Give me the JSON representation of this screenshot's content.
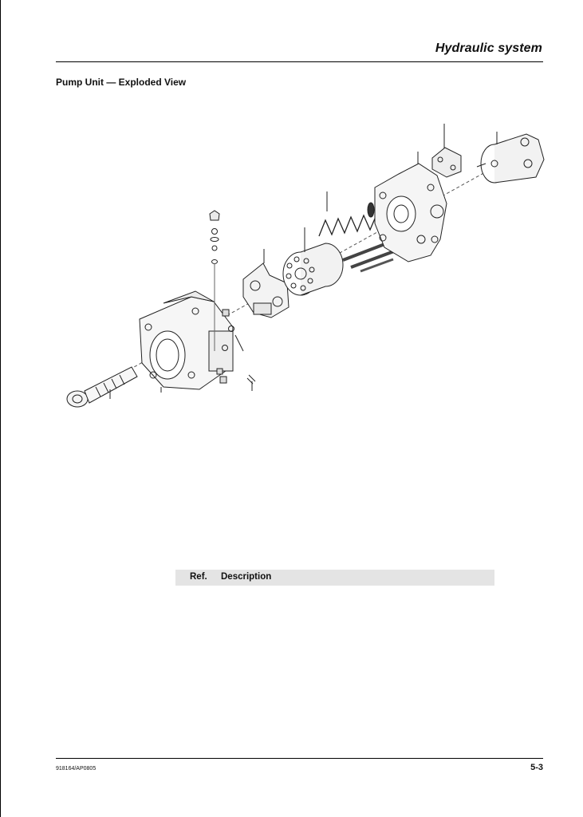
{
  "header": {
    "section_title": "Hydraulic system"
  },
  "page": {
    "heading": "Pump Unit — Exploded View"
  },
  "diagram": {
    "icon": "pump-exploded-view-illustration"
  },
  "parts_table": {
    "columns": [
      "Ref.",
      "Description"
    ],
    "rows": []
  },
  "footer": {
    "doc_code": "918164/AP0805",
    "page_number": "5-3"
  }
}
